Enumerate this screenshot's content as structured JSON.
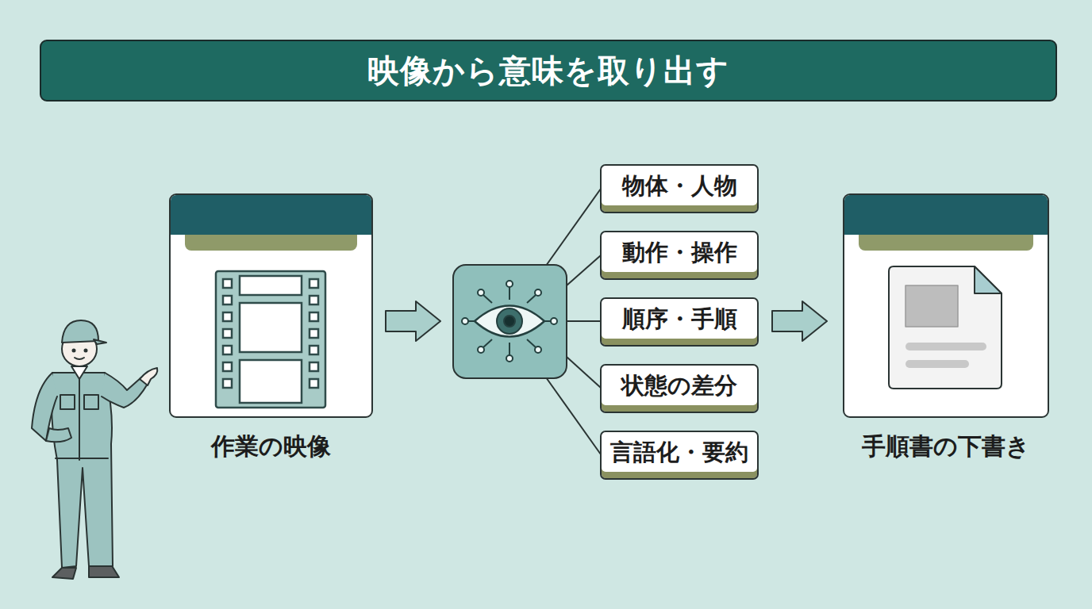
{
  "diagram": {
    "title": "映像から意味を取り出す",
    "nodes": [
      {
        "text": [
          "作業の映像"
        ]
      },
      {
        "text": [
          "物体・人物"
        ]
      },
      {
        "text": [
          "動作・操作"
        ]
      },
      {
        "text": [
          "順序・手順"
        ]
      },
      {
        "text": [
          "状態の差分"
        ]
      },
      {
        "text": [
          "言語化・要約"
        ]
      },
      {
        "text": [
          "手順書の下書き"
        ]
      }
    ]
  }
}
